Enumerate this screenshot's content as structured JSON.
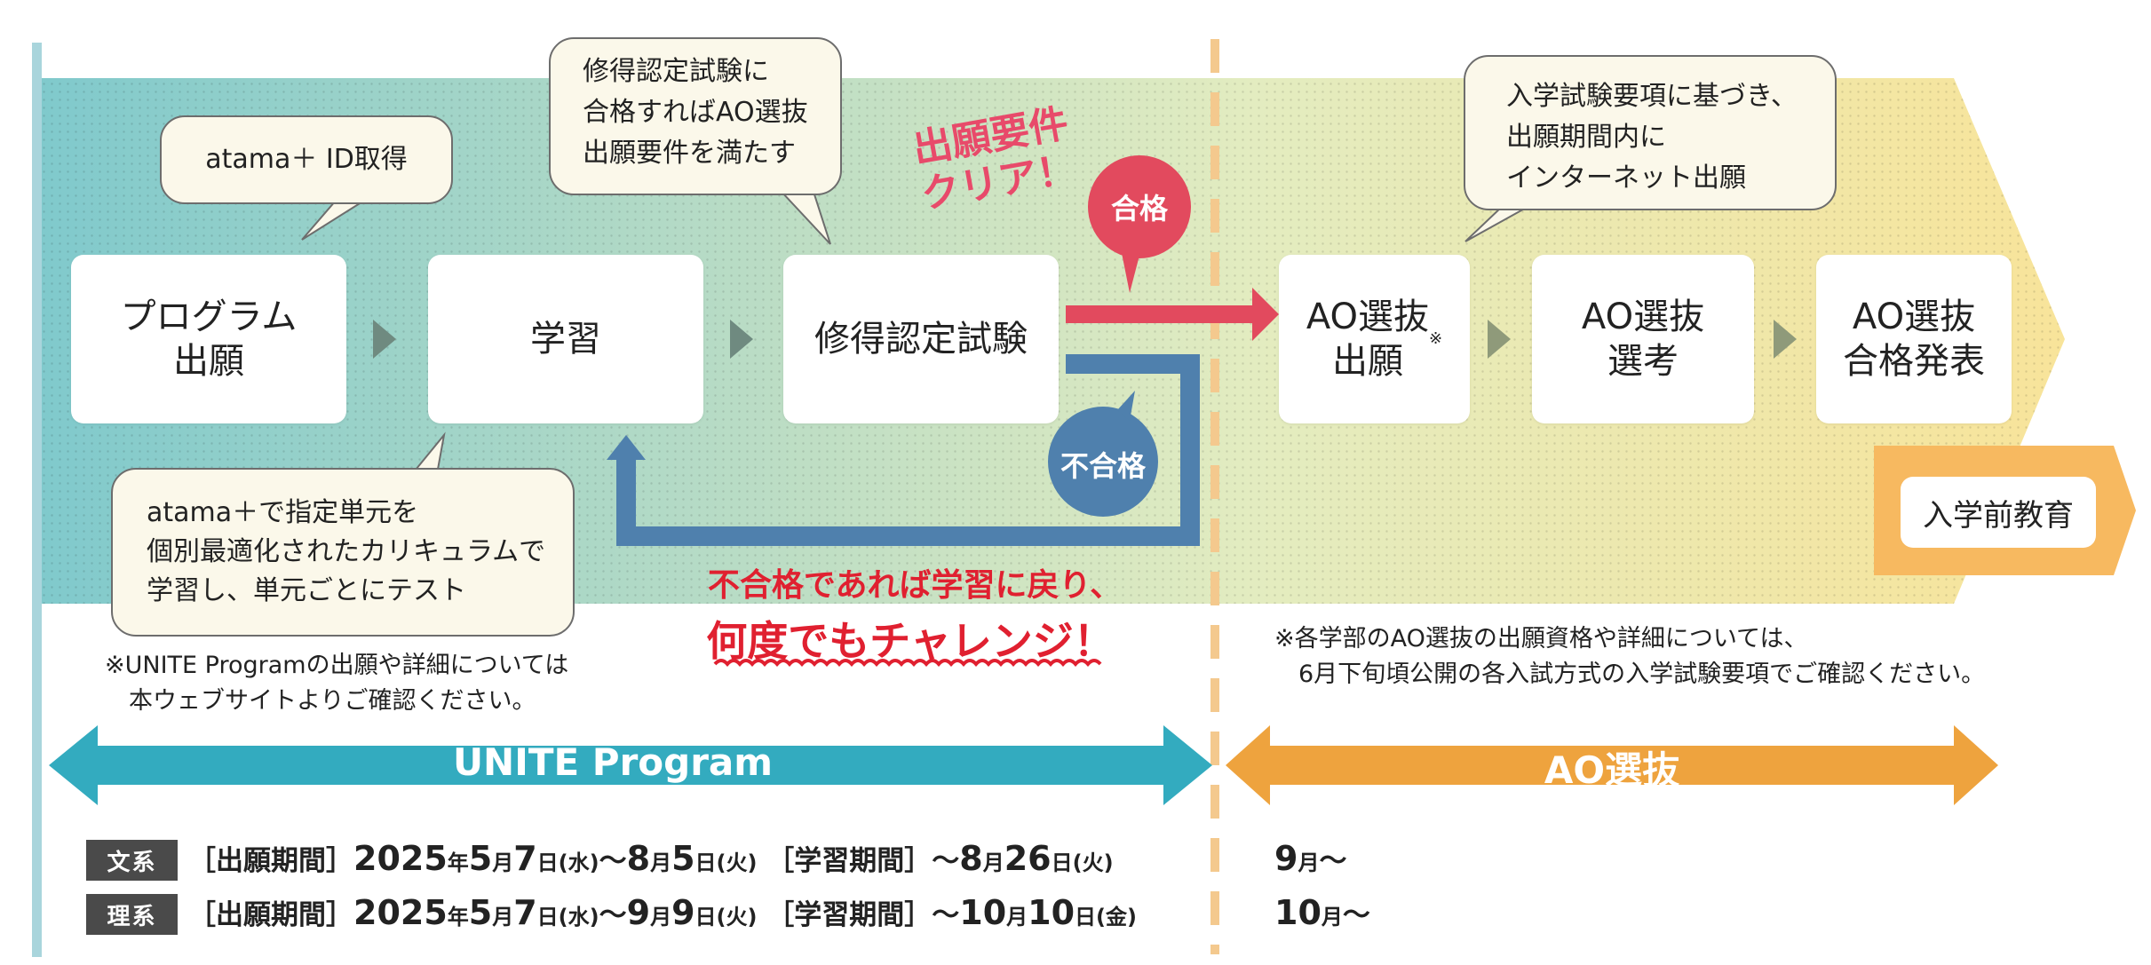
{
  "colors": {
    "teal": "#33abbf",
    "orange": "#eea33e",
    "red_arrow": "#e24a5e",
    "blue_arrow": "#4f80ad",
    "pink_text": "#e84a6a",
    "red_text": "#e02030",
    "badge": "#4a4a4a",
    "bubble_fill": "#fbf8ea"
  },
  "flow": {
    "program_apply": "プログラム\n出願",
    "study": "学習",
    "cert_exam": "修得認定試験",
    "ao_apply": "AO選抜\n出願",
    "ao_apply_mark": "※",
    "ao_select": "AO選抜\n選考",
    "ao_result": "AO選抜\n合格発表",
    "pre_education": "入学前教育"
  },
  "bubbles": {
    "atama_id": "atama＋ ID取得",
    "exam_note": "修得認定試験に\n合格すればAO選抜\n出願要件を満たす",
    "study_note": "atama＋で指定単元を\n個別最適化されたカリキュラムで\n学習し、単元ごとにテスト",
    "internet_apply": "入学試験要項に基づき、\n出願期間内に\nインターネット出願"
  },
  "labels": {
    "requirement_clear": "出願要件\nクリア！",
    "pass": "合格",
    "fail": "不合格",
    "retry_line1": "不合格であれば学習に戻り、",
    "retry_line2": "何度でもチャレンジ！"
  },
  "notes": {
    "unite_note": "※UNITE Programの出願や詳細については\n　本ウェブサイトよりご確認ください。",
    "ao_note": "※各学部のAO選抜の出願資格や詳細については、\n　6月下旬頃公開の各入試方式の入学試験要項でご確認ください。"
  },
  "bands": {
    "unite": "UNITE Program",
    "ao": "AO選抜"
  },
  "schedule": {
    "humanities": {
      "badge": "文系",
      "apply_label": "［出願期間］",
      "apply_start_year": "2025",
      "apply_start_month": "5",
      "apply_start_day": "7",
      "apply_start_dow": "水",
      "apply_end_month": "8",
      "apply_end_day": "5",
      "apply_end_dow": "火",
      "study_label": "［学習期間］",
      "study_end_month": "8",
      "study_end_day": "26",
      "study_end_dow": "火",
      "ao_month": "9"
    },
    "science": {
      "badge": "理系",
      "apply_label": "［出願期間］",
      "apply_start_year": "2025",
      "apply_start_month": "5",
      "apply_start_day": "7",
      "apply_start_dow": "水",
      "apply_end_month": "9",
      "apply_end_day": "9",
      "apply_end_dow": "火",
      "study_label": "［学習期間］",
      "study_end_month": "10",
      "study_end_day": "10",
      "study_end_dow": "金",
      "ao_month": "10"
    },
    "unit_year": "年",
    "unit_month": "月",
    "unit_day": "日",
    "tilde": "～"
  }
}
